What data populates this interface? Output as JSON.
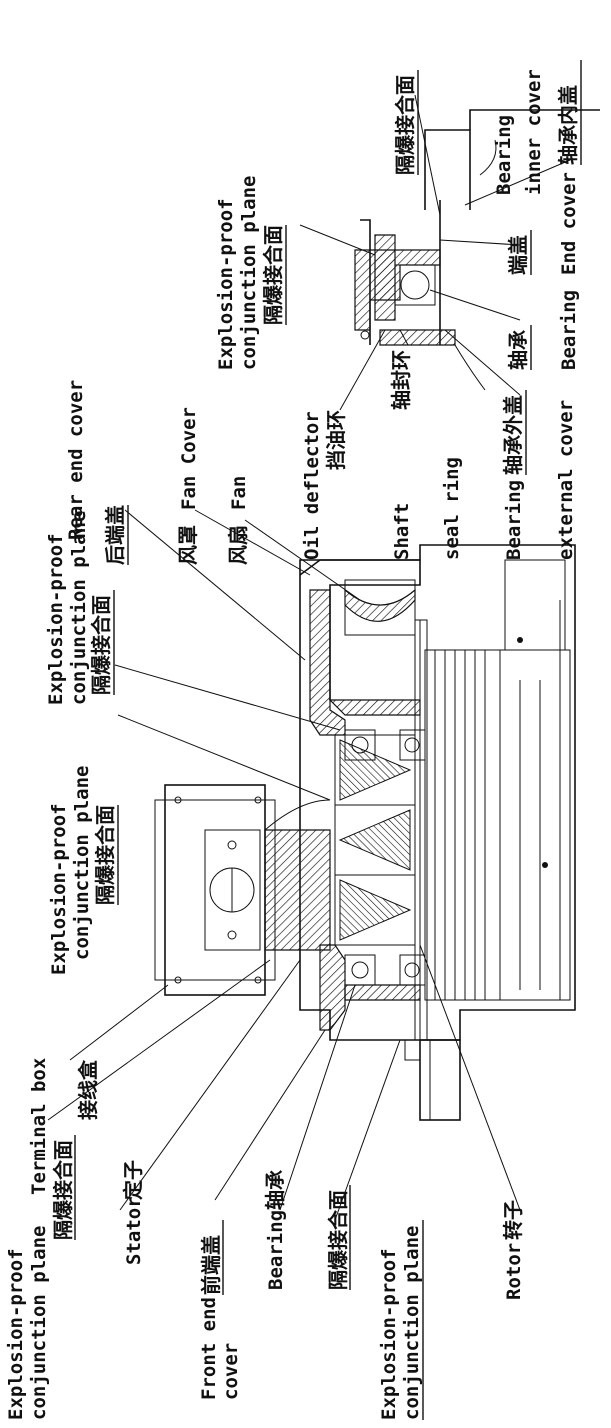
{
  "labels": {
    "explosion_proof_1_en1": "Explosion-proof",
    "explosion_proof_1_en2": "conjunction plane",
    "explosion_proof_1_cn": "隔爆接合面",
    "terminal_box_en": "Terminal box",
    "terminal_box_cn": "接线盒",
    "stator_en": "Stator",
    "stator_cn": "定子",
    "front_end_cover_en1": "Front end",
    "front_end_cover_en2": "cover",
    "front_end_cover_cn": "前端盖",
    "bearing_front_en": "Bearing",
    "bearing_front_cn": "轴承",
    "explosion_proof_2_cn": "隔爆接合面",
    "explosion_proof_2_en1": "Explosion-proof",
    "explosion_proof_2_en2": "conjunction plane",
    "rotor_en": "Rotor",
    "rotor_cn": "转子",
    "explosion_proof_3_en1": "Explosion-proof",
    "explosion_proof_3_en2": "conjunction plane",
    "explosion_proof_3_cn": "隔爆接合面",
    "explosion_proof_4_en1": "Explosion-proof",
    "explosion_proof_4_en2": "conjunction plane",
    "explosion_proof_4_cn": "隔爆接合面",
    "rear_end_cover_en": "Rear end cover",
    "rear_end_cover_cn": "后端盖",
    "fan_cover_cn": "风罩",
    "fan_cover_en": "Fan Cover",
    "fan_cn": "风扇",
    "fan_en": "Fan",
    "oil_deflector_en": "Oil deflector",
    "oil_deflector_cn": "挡油环",
    "shaft_seal_en1": "Shaft",
    "shaft_seal_en2": "seal ring",
    "shaft_seal_cn": "轴封环",
    "bearing_ext_en1": "Bearing",
    "bearing_ext_cn": "轴承外盖",
    "bearing_ext_en2": "external cover",
    "bearing_rear_cn": "轴承",
    "bearing_rear_en": "Bearing",
    "end_cover_cn": "端盖",
    "end_cover_en": "End cover",
    "explosion_proof_5_en1": "Explosion-proof",
    "explosion_proof_5_en2": "conjunction plane",
    "explosion_proof_5_cn": "隔爆接合面",
    "explosion_proof_6_cn": "隔爆接合面",
    "bearing_inner_en1": "Bearing",
    "bearing_inner_en2": "inner cover",
    "bearing_inner_cn": "轴承内盖"
  },
  "colors": {
    "ink": "#111111",
    "paper": "#ffffff"
  }
}
